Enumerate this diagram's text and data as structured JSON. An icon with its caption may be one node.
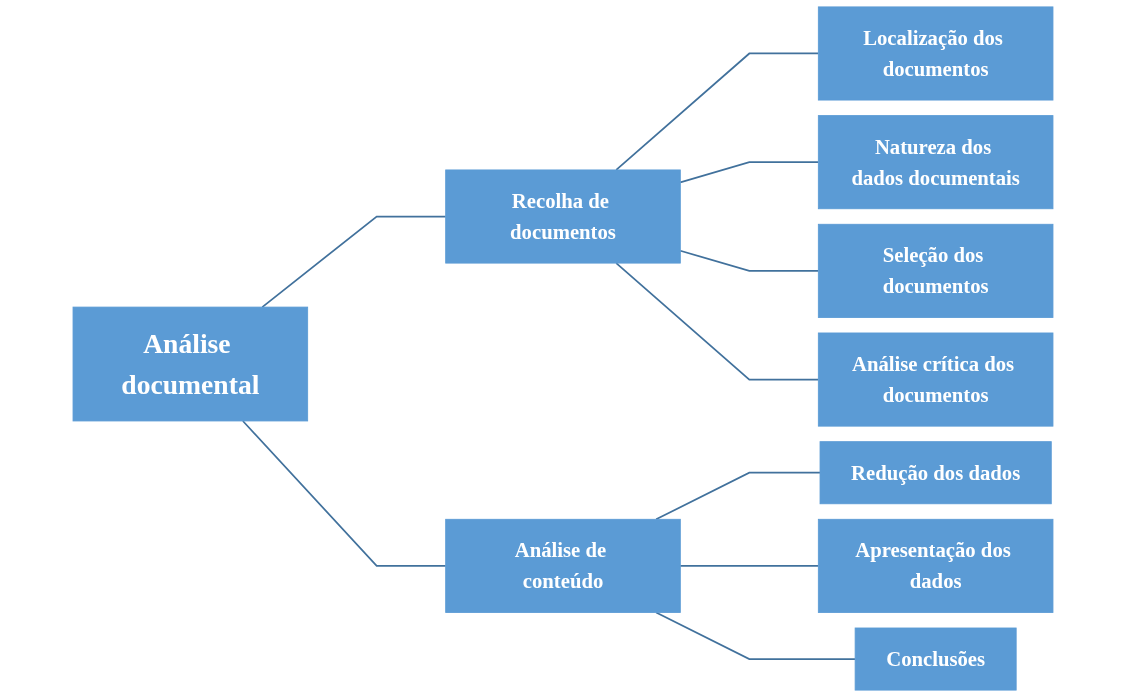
{
  "diagram": {
    "nodes": [
      {
        "text": [
          "Análise documental"
        ]
      },
      {
        "text": [
          "Recolha de documentos"
        ]
      },
      {
        "text": [
          "Análise de conteúdo"
        ]
      },
      {
        "text": [
          "Localização dos documentos"
        ]
      },
      {
        "text": [
          "Natureza dos dados documentais"
        ]
      },
      {
        "text": [
          "Seleção dos documentos"
        ]
      },
      {
        "text": [
          "Análise crítica dos documentos"
        ]
      },
      {
        "text": [
          "Redução dos dados"
        ]
      },
      {
        "text": [
          "Apresentação dos dados"
        ]
      },
      {
        "text": [
          "Conclusões"
        ]
      }
    ],
    "edges": [
      {
        "from": 0,
        "to": 1,
        "arrow": "none"
      },
      {
        "from": 0,
        "to": 2,
        "arrow": "none"
      },
      {
        "from": 1,
        "to": 3,
        "arrow": "none"
      },
      {
        "from": 1,
        "to": 4,
        "arrow": "none"
      },
      {
        "from": 1,
        "to": 5,
        "arrow": "none"
      },
      {
        "from": 1,
        "to": 6,
        "arrow": "none"
      },
      {
        "from": 2,
        "to": 7,
        "arrow": "none"
      },
      {
        "from": 2,
        "to": 8,
        "arrow": "none"
      },
      {
        "from": 2,
        "to": 9,
        "arrow": "none"
      }
    ]
  }
}
